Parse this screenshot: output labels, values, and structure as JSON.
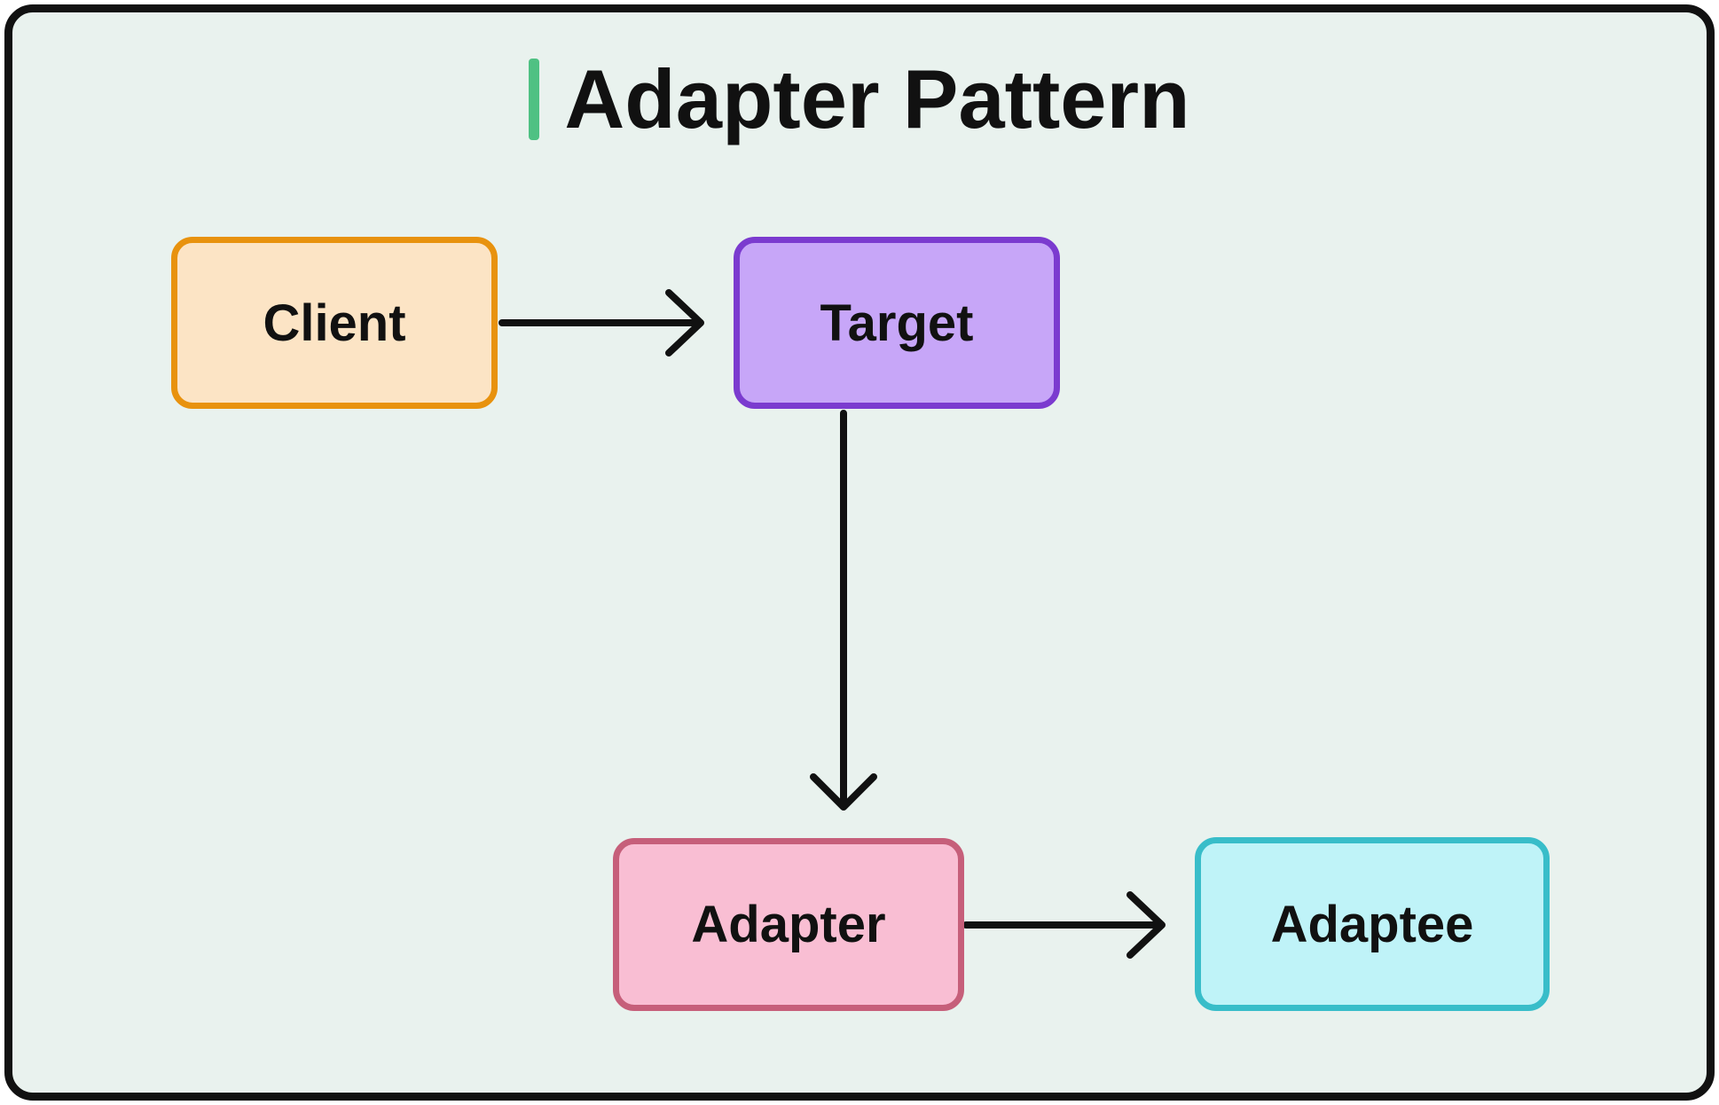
{
  "title": {
    "text": "Adapter Pattern",
    "accent_color": "#4FC183"
  },
  "canvas": {
    "background": "#E9F2EE",
    "frame_color": "#111111",
    "outside_color": "#FFFFFF"
  },
  "arrow_color": "#111111",
  "nodes": [
    {
      "id": "client",
      "label": "Client",
      "fill": "#FCE4C5",
      "border": "#E8920E"
    },
    {
      "id": "target",
      "label": "Target",
      "fill": "#C7A6F8",
      "border": "#7B3BCF"
    },
    {
      "id": "adapter",
      "label": "Adapter",
      "fill": "#F9BED3",
      "border": "#C65F7A"
    },
    {
      "id": "adaptee",
      "label": "Adaptee",
      "fill": "#BFF3F8",
      "border": "#38BDC9"
    }
  ],
  "edges": [
    {
      "from": "Client",
      "to": "Target"
    },
    {
      "from": "Target",
      "to": "Adapter"
    },
    {
      "from": "Adapter",
      "to": "Adaptee"
    }
  ]
}
